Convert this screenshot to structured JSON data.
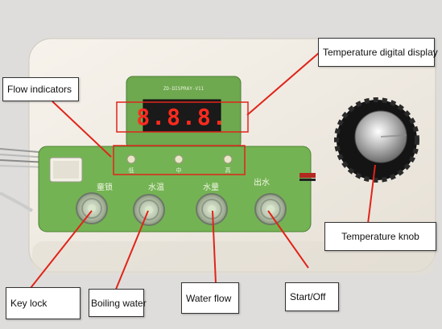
{
  "labels": {
    "temperature_display": "Temperature digital display",
    "flow_indicators": "Flow indicators",
    "temperature_knob": "Temperature knob",
    "key_lock": "Key lock",
    "boiling_water": "Boiling water",
    "water_flow": "Water flow",
    "start_off": "Start/Off"
  },
  "board": {
    "display_digits": "8.8.8.",
    "silkscreen_top": "ZD-DISPRAY-V11",
    "indicator_labels": [
      "低",
      "中",
      "高"
    ],
    "button_labels": [
      "童锁",
      "水温",
      "水量",
      "出水"
    ]
  },
  "colors": {
    "annotation_line": "#e0241a",
    "pcb": "#6fae4f",
    "led": "#ff2a1e"
  }
}
